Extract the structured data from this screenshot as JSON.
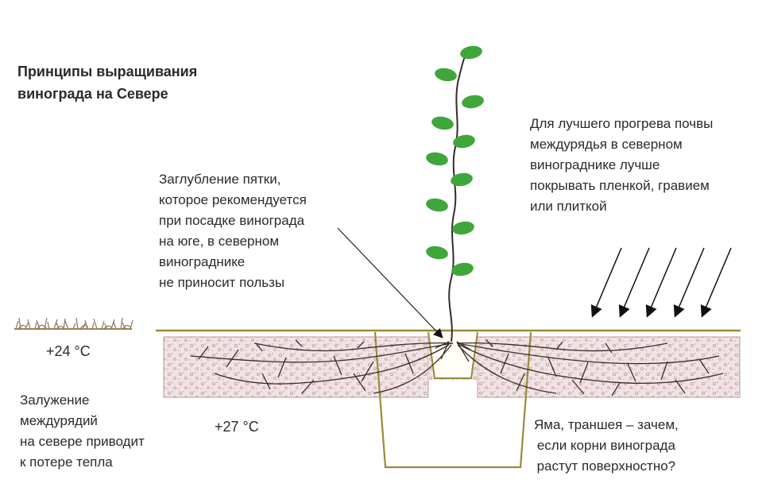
{
  "title": "Принципы выращивания\nвинограда на Севере",
  "annotations": {
    "heel": "Заглубление пятки,\nкоторое рекомендуется\nпри посадке винограда\nна юге, в северном\nвиноградникe\nне приносит пользы",
    "warming": "Для лучшего прогрева почвы\nмеждурядья в северном\nвиноградникe лучше\nпокрывать пленкой, гравием\nили плиткой",
    "grassing": "Залужение\nмеждурядий\nна севере приводит\nк потере тепла",
    "trench": "Яма, траншея – зачем,\nесли корни винограда\nрастут поверхностно?"
  },
  "temperatures": {
    "grass_temp": "+24 °С",
    "soil_temp": "+27 °С"
  },
  "colors": {
    "leaf": "#3fa63b",
    "ground_line": "#9a8a3a",
    "soil_fill": "#f1e3e3",
    "soil_stipple": "#b89a9a",
    "roots": "#3a2a2a",
    "pit_outline": "#9a8a3a",
    "sun_arrows": "#111111",
    "grass": "#8a7070"
  },
  "icons": [
    "vine-plant-icon",
    "sun-rays-arrows-icon",
    "grass-icon"
  ]
}
